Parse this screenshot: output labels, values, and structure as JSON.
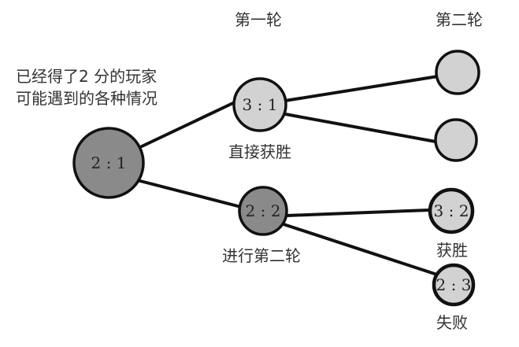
{
  "headers": {
    "round1": "第一轮",
    "round2": "第二轮"
  },
  "description": [
    "已经得了2 分的玩家",
    "可能遇到的各种情况"
  ],
  "nodes": {
    "root": {
      "score": "2 : 1"
    },
    "r1_win": {
      "score": "3 : 1",
      "label": "直接获胜"
    },
    "r1_tie": {
      "score": "2 : 2",
      "label": "进行第二轮"
    },
    "r2_a": {
      "score": ""
    },
    "r2_b": {
      "score": ""
    },
    "r2_win": {
      "score": "3 : 2",
      "label": "获胜"
    },
    "r2_lose": {
      "score": "2 : 3",
      "label": "失败"
    }
  },
  "colors": {
    "dark_node": "#8a8a8a",
    "light_node": "#d2d2d2"
  }
}
